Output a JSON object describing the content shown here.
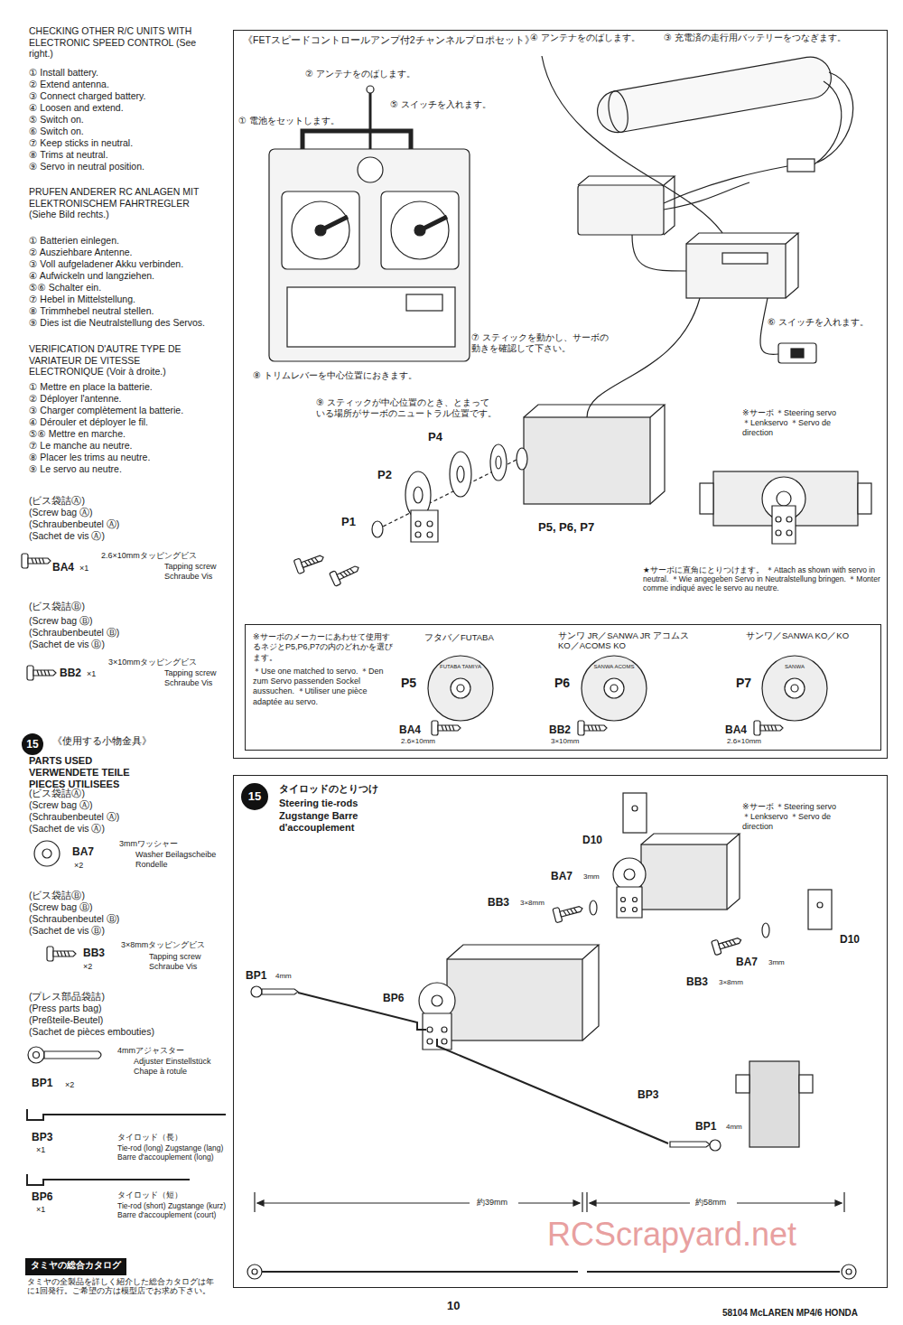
{
  "diagram": {
    "nodes": [
      {
        "text": [
          "15"
        ]
      },
      {
        "text": [
          "タミヤの総合カタログ"
        ]
      },
      {
        "text": [
          "《FETスピードコントロールアンプ付2チャンネルプロポセット》"
        ]
      },
      {
        "text": [
          "※サーボのメーカーにあわせて使用するネジとP5,P6,P7の内のどれかを選びます。",
          "＊Use one matched to servo. ＊Den zum Servo passenden Sockel aussuchen. ＊Utiliser une pièce adaptée au servo."
        ],
        "in": 2
      },
      {
        "text": [
          "タイロッドのとりつけ",
          "Steering tie-rods Zugstange Barre d'accouplement"
        ]
      },
      {
        "text": [
          "15"
        ],
        "in": 4
      }
    ],
    "labels": [
      "CHECKING OTHER R/C UNITS WITH ELECTRONIC SPEED CONTROL (See right.)",
      "① Install battery.",
      "② Extend antenna.",
      "③ Connect charged battery.",
      "④ Loosen and extend.",
      "⑤ Switch on.",
      "⑥ Switch on.",
      "⑦ Keep sticks in neutral.",
      "⑧ Trims at neutral.",
      "⑨ Servo in neutral position.",
      "PRUFEN ANDERER RC ANLAGEN MIT ELEKTRONISCHEM FAHRTREGLER (Siehe Bild rechts.)",
      "① Batterien einlegen.",
      "② Ausziehbare Antenne.",
      "③ Voll aufgeladener Akku verbinden.",
      "④ Aufwickeln und langziehen.",
      "⑤⑥ Schalter ein.",
      "⑦ Hebel in Mittelstellung.",
      "⑧ Trimmhebel neutral stellen.",
      "⑨ Dies ist die Neutralstellung des Servos.",
      "VERIFICATION D'AUTRE TYPE DE VARIATEUR DE VITESSE ELECTRONIQUE (Voir à droite.)",
      "① Mettre en place la batterie.",
      "② Déployer l'antenne.",
      "③ Charger complètement la batterie.",
      "④ Dérouler et déployer le fil.",
      "⑤⑥ Mettre en marche.",
      "⑦ Le manche au neutre.",
      "⑧ Placer les trims au neutre.",
      "⑨ Le servo au neutre.",
      "(ビス袋詰Ⓐ)",
      "(Screw bag Ⓐ)",
      "(Schraubenbeutel Ⓐ)",
      "(Sachet de vis Ⓐ)",
      "2.6×10mmタッピングビス",
      "BA4",
      "×1",
      "Tapping screw Schraube Vis",
      "(ビス袋詰Ⓑ)",
      "(Screw bag Ⓑ)",
      "(Schraubenbeutel Ⓑ)",
      "(Sachet de vis Ⓑ)",
      "3×10mmタッピングビス",
      "BB2",
      "×1",
      "Tapping screw Schraube Vis",
      "《使用する小物金具》",
      "PARTS USED VERWENDETE TEILE PIECES UTILISEES",
      "(ビス袋詰Ⓐ)",
      "(Screw bag Ⓐ)",
      "(Schraubenbeutel Ⓐ)",
      "(Sachet de vis Ⓐ)",
      "3mmワッシャー",
      "BA7",
      "×2",
      "Washer Beilagscheibe Rondelle",
      "(ビス袋詰Ⓑ)",
      "(Screw bag Ⓑ)",
      "(Schraubenbeutel Ⓑ)",
      "(Sachet de vis Ⓑ)",
      "3×8mmタッピングビス",
      "BB3",
      "×2",
      "Tapping screw Schraube Vis",
      "(プレス部品袋詰)",
      "(Press parts bag)",
      "(Preßteile-Beutel)",
      "(Sachet de pièces embouties)",
      "4mmアジャスター",
      "BP1",
      "×2",
      "Adjuster Einstellstück Chape à rotule",
      "BP3",
      "×1",
      "タイロッド（長）",
      "Tie-rod (long) Zugstange (lang) Barre d'accouplement (long)",
      "BP6",
      "×1",
      "タイロッド（短）",
      "Tie-rod (short) Zugstange (kurz) Barre d'accouplement (court)",
      "タミヤの全製品を詳しく紹介した総合カタログは年に1回発行。ご希望の方は模型店でお求め下さい。",
      "② アンテナをのばします。",
      "⑤ スイッチを入れます。",
      "① 電池をセットします。",
      "④ アンテナをのばします。",
      "③ 充電済の走行用バッテリーをつなぎます。",
      "⑥ スイッチを入れます。",
      "⑦ スティックを動かし、サーボの動きを確認して下さい。",
      "⑧ トリムレバーを中心位置におきます。",
      "⑨ スティックが中心位置のとき、とまっている場所がサーボのニュートラル位置です。",
      "※サーボ ＊Steering servo ＊Lenkservo ＊Servo de direction",
      "P4",
      "P2",
      "P1",
      "P5, P6, P7",
      "★サーボに直角にとりつけます。 ＊Attach as shown with servo in neutral. ＊Wie angegeben Servo in Neutralstellung bringen. ＊Monter comme indiqué avec le servo au neutre.",
      "フタバ／FUTABA",
      "サンワ JR／SANWA JR アコムス KO／ACOMS KO",
      "サンワ／SANWA KO／KO",
      "P5",
      "P6",
      "P7",
      "FUTABA TAMIYA",
      "SANWA ACOMS",
      "SANWA",
      "BA4",
      "2.6×10mm",
      "BB2",
      "3×10mm",
      "BA4",
      "2.6×10mm",
      "D10",
      "※サーボ ＊Steering servo ＊Lenkservo ＊Servo de direction",
      "BA7",
      "3mm",
      "BB3",
      "3×8mm",
      "D10",
      "BA7",
      "3mm",
      "BB3",
      "3×8mm",
      "BP1",
      "4mm",
      "BP6",
      "BP3",
      "BP1",
      "4mm",
      "約39mm",
      "約58mm",
      "10",
      "58104 McLAREN MP4/6 HONDA",
      "RCScrapyard.net"
    ]
  }
}
